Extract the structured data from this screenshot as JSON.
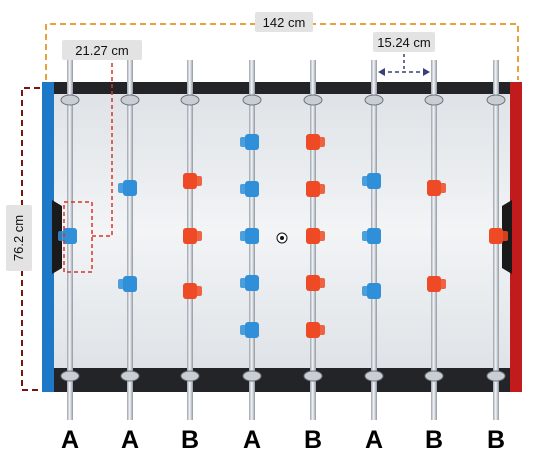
{
  "dimensions": {
    "length": "142 cm",
    "width": "76.2 cm",
    "goalie_offset": "21.27 cm",
    "rod_spacing": "15.24 cm"
  },
  "rods": [
    {
      "team_label": "A",
      "color": "blue",
      "players": 1
    },
    {
      "team_label": "A",
      "color": "blue",
      "players": 2
    },
    {
      "team_label": "B",
      "color": "red",
      "players": 3
    },
    {
      "team_label": "A",
      "color": "blue",
      "players": 5
    },
    {
      "team_label": "B",
      "color": "red",
      "players": 5
    },
    {
      "team_label": "A",
      "color": "blue",
      "players": 3
    },
    {
      "team_label": "B",
      "color": "red",
      "players": 2
    },
    {
      "team_label": "B",
      "color": "red",
      "players": 1
    }
  ],
  "colors": {
    "team_a": "#2f8fd8",
    "team_b": "#ee4a25",
    "goal_left": "#1e78c8",
    "goal_right": "#c21b1b",
    "length_dimension": "#e8a23a",
    "width_dimension": "#7a1414",
    "goalie_dimension": "#d9342a",
    "spacing_dimension": "#3b3f78"
  }
}
